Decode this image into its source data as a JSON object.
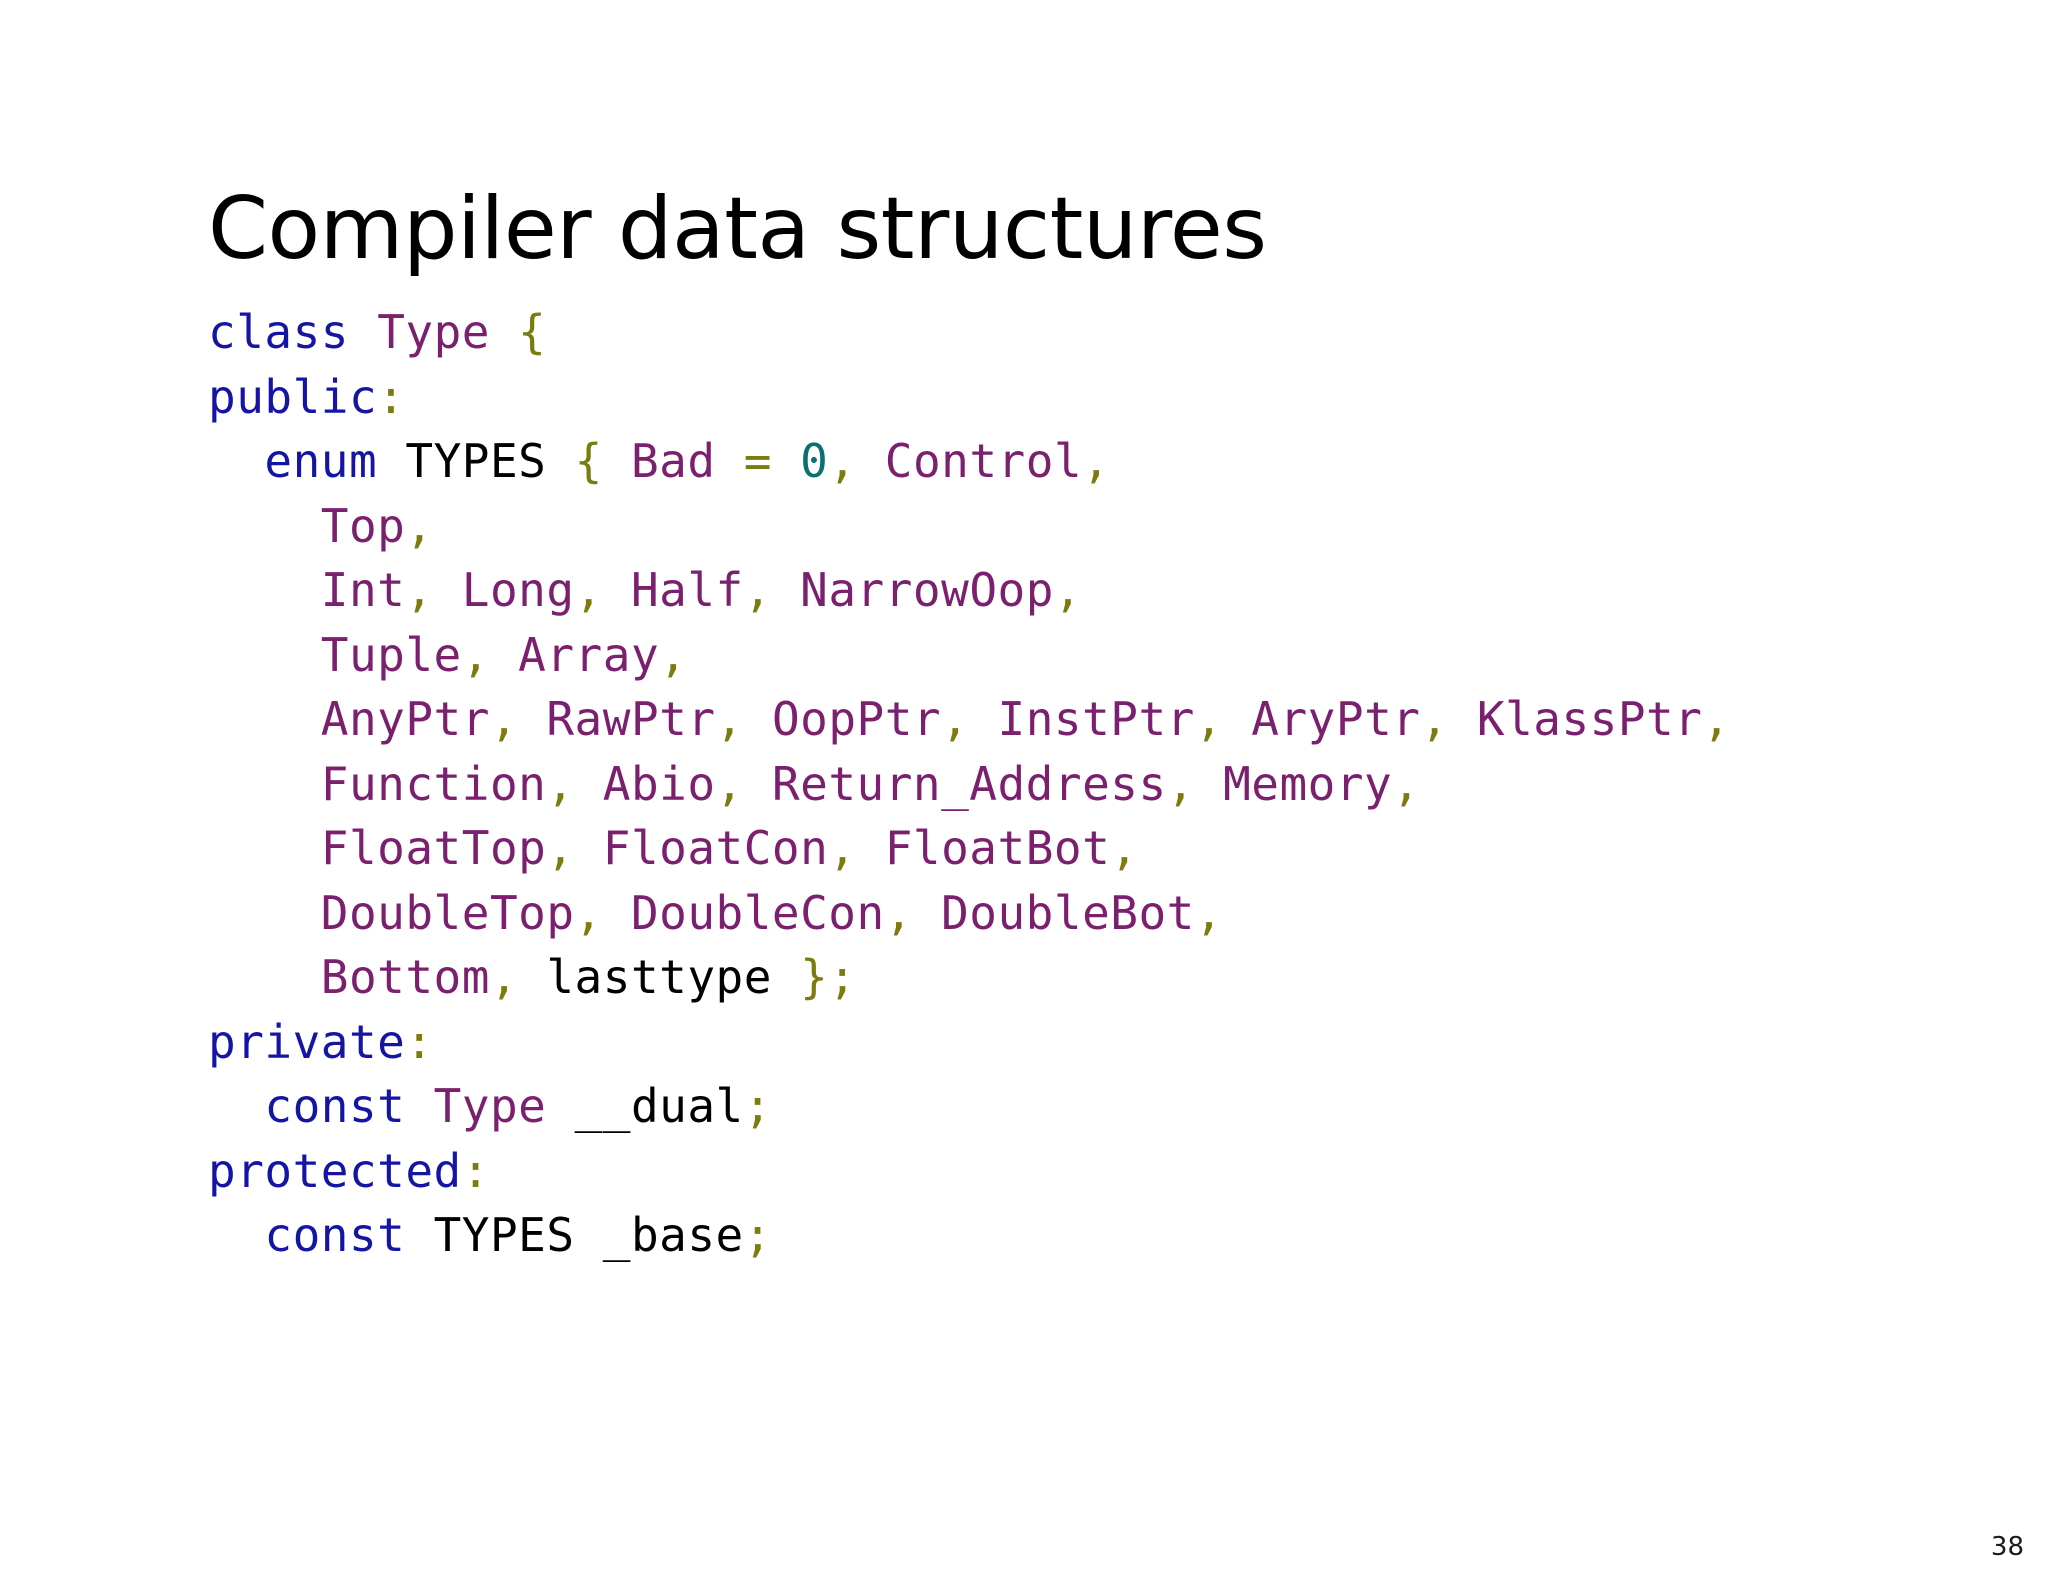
{
  "slide": {
    "title": "Compiler data structures",
    "page_number": "38",
    "background_color": "#ffffff"
  },
  "colors": {
    "keyword": "#1515a3",
    "type": "#7b206e",
    "punctuation": "#7b7b0e",
    "number": "#0a6f6f",
    "identifier": "#000000",
    "title": "#000000"
  },
  "code": {
    "language": "cpp",
    "lines": [
      {
        "id": "line-1",
        "text": "class Type {",
        "tokens": [
          {
            "text": "class",
            "kind": "keyword"
          },
          {
            "text": " ",
            "kind": "plain"
          },
          {
            "text": "Type",
            "kind": "type"
          },
          {
            "text": " ",
            "kind": "plain"
          },
          {
            "text": "{",
            "kind": "punctuation"
          }
        ]
      },
      {
        "id": "line-2",
        "text": "public:",
        "tokens": [
          {
            "text": "public",
            "kind": "keyword"
          },
          {
            "text": ":",
            "kind": "punctuation"
          }
        ]
      },
      {
        "id": "line-3",
        "text": "  enum TYPES { Bad = 0, Control,",
        "tokens": [
          {
            "text": "  ",
            "kind": "plain"
          },
          {
            "text": "enum",
            "kind": "keyword"
          },
          {
            "text": " ",
            "kind": "plain"
          },
          {
            "text": "TYPES",
            "kind": "identifier"
          },
          {
            "text": " ",
            "kind": "plain"
          },
          {
            "text": "{",
            "kind": "punctuation"
          },
          {
            "text": " ",
            "kind": "plain"
          },
          {
            "text": "Bad",
            "kind": "type"
          },
          {
            "text": " ",
            "kind": "plain"
          },
          {
            "text": "=",
            "kind": "punctuation"
          },
          {
            "text": " ",
            "kind": "plain"
          },
          {
            "text": "0",
            "kind": "number"
          },
          {
            "text": ",",
            "kind": "punctuation"
          },
          {
            "text": " ",
            "kind": "plain"
          },
          {
            "text": "Control",
            "kind": "type"
          },
          {
            "text": ",",
            "kind": "punctuation"
          }
        ]
      },
      {
        "id": "line-4",
        "text": "    Top,",
        "tokens": [
          {
            "text": "    ",
            "kind": "plain"
          },
          {
            "text": "Top",
            "kind": "type"
          },
          {
            "text": ",",
            "kind": "punctuation"
          }
        ]
      },
      {
        "id": "line-5",
        "text": "    Int, Long, Half, NarrowOop,",
        "tokens": [
          {
            "text": "    ",
            "kind": "plain"
          },
          {
            "text": "Int",
            "kind": "type"
          },
          {
            "text": ",",
            "kind": "punctuation"
          },
          {
            "text": " ",
            "kind": "plain"
          },
          {
            "text": "Long",
            "kind": "type"
          },
          {
            "text": ",",
            "kind": "punctuation"
          },
          {
            "text": " ",
            "kind": "plain"
          },
          {
            "text": "Half",
            "kind": "type"
          },
          {
            "text": ",",
            "kind": "punctuation"
          },
          {
            "text": " ",
            "kind": "plain"
          },
          {
            "text": "NarrowOop",
            "kind": "type"
          },
          {
            "text": ",",
            "kind": "punctuation"
          }
        ]
      },
      {
        "id": "line-6",
        "text": "    Tuple, Array,",
        "tokens": [
          {
            "text": "    ",
            "kind": "plain"
          },
          {
            "text": "Tuple",
            "kind": "type"
          },
          {
            "text": ",",
            "kind": "punctuation"
          },
          {
            "text": " ",
            "kind": "plain"
          },
          {
            "text": "Array",
            "kind": "type"
          },
          {
            "text": ",",
            "kind": "punctuation"
          }
        ]
      },
      {
        "id": "line-7",
        "text": "    AnyPtr, RawPtr, OopPtr, InstPtr, AryPtr, KlassPtr,",
        "tokens": [
          {
            "text": "    ",
            "kind": "plain"
          },
          {
            "text": "AnyPtr",
            "kind": "type"
          },
          {
            "text": ",",
            "kind": "punctuation"
          },
          {
            "text": " ",
            "kind": "plain"
          },
          {
            "text": "RawPtr",
            "kind": "type"
          },
          {
            "text": ",",
            "kind": "punctuation"
          },
          {
            "text": " ",
            "kind": "plain"
          },
          {
            "text": "OopPtr",
            "kind": "type"
          },
          {
            "text": ",",
            "kind": "punctuation"
          },
          {
            "text": " ",
            "kind": "plain"
          },
          {
            "text": "InstPtr",
            "kind": "type"
          },
          {
            "text": ",",
            "kind": "punctuation"
          },
          {
            "text": " ",
            "kind": "plain"
          },
          {
            "text": "AryPtr",
            "kind": "type"
          },
          {
            "text": ",",
            "kind": "punctuation"
          },
          {
            "text": " ",
            "kind": "plain"
          },
          {
            "text": "KlassPtr",
            "kind": "type"
          },
          {
            "text": ",",
            "kind": "punctuation"
          }
        ]
      },
      {
        "id": "line-8",
        "text": "    Function, Abio, Return_Address, Memory,",
        "tokens": [
          {
            "text": "    ",
            "kind": "plain"
          },
          {
            "text": "Function",
            "kind": "type"
          },
          {
            "text": ",",
            "kind": "punctuation"
          },
          {
            "text": " ",
            "kind": "plain"
          },
          {
            "text": "Abio",
            "kind": "type"
          },
          {
            "text": ",",
            "kind": "punctuation"
          },
          {
            "text": " ",
            "kind": "plain"
          },
          {
            "text": "Return_Address",
            "kind": "type"
          },
          {
            "text": ",",
            "kind": "punctuation"
          },
          {
            "text": " ",
            "kind": "plain"
          },
          {
            "text": "Memory",
            "kind": "type"
          },
          {
            "text": ",",
            "kind": "punctuation"
          }
        ]
      },
      {
        "id": "line-9",
        "text": "    FloatTop, FloatCon, FloatBot,",
        "tokens": [
          {
            "text": "    ",
            "kind": "plain"
          },
          {
            "text": "FloatTop",
            "kind": "type"
          },
          {
            "text": ",",
            "kind": "punctuation"
          },
          {
            "text": " ",
            "kind": "plain"
          },
          {
            "text": "FloatCon",
            "kind": "type"
          },
          {
            "text": ",",
            "kind": "punctuation"
          },
          {
            "text": " ",
            "kind": "plain"
          },
          {
            "text": "FloatBot",
            "kind": "type"
          },
          {
            "text": ",",
            "kind": "punctuation"
          }
        ]
      },
      {
        "id": "line-10",
        "text": "    DoubleTop, DoubleCon, DoubleBot,",
        "tokens": [
          {
            "text": "    ",
            "kind": "plain"
          },
          {
            "text": "DoubleTop",
            "kind": "type"
          },
          {
            "text": ",",
            "kind": "punctuation"
          },
          {
            "text": " ",
            "kind": "plain"
          },
          {
            "text": "DoubleCon",
            "kind": "type"
          },
          {
            "text": ",",
            "kind": "punctuation"
          },
          {
            "text": " ",
            "kind": "plain"
          },
          {
            "text": "DoubleBot",
            "kind": "type"
          },
          {
            "text": ",",
            "kind": "punctuation"
          }
        ]
      },
      {
        "id": "line-11",
        "text": "    Bottom, lasttype };",
        "tokens": [
          {
            "text": "    ",
            "kind": "plain"
          },
          {
            "text": "Bottom",
            "kind": "type"
          },
          {
            "text": ",",
            "kind": "punctuation"
          },
          {
            "text": " ",
            "kind": "plain"
          },
          {
            "text": "lasttype",
            "kind": "identifier"
          },
          {
            "text": " ",
            "kind": "plain"
          },
          {
            "text": "};",
            "kind": "punctuation"
          }
        ]
      },
      {
        "id": "line-12",
        "text": "private:",
        "tokens": [
          {
            "text": "private",
            "kind": "keyword"
          },
          {
            "text": ":",
            "kind": "punctuation"
          }
        ]
      },
      {
        "id": "line-13",
        "text": "  const Type __dual;",
        "tokens": [
          {
            "text": "  ",
            "kind": "plain"
          },
          {
            "text": "const",
            "kind": "keyword"
          },
          {
            "text": " ",
            "kind": "plain"
          },
          {
            "text": "Type",
            "kind": "type"
          },
          {
            "text": " ",
            "kind": "plain"
          },
          {
            "text": "__dual",
            "kind": "identifier"
          },
          {
            "text": ";",
            "kind": "punctuation"
          }
        ]
      },
      {
        "id": "line-14",
        "text": "protected:",
        "tokens": [
          {
            "text": "protected",
            "kind": "keyword"
          },
          {
            "text": ":",
            "kind": "punctuation"
          }
        ]
      },
      {
        "id": "line-15",
        "text": "  const TYPES _base;",
        "tokens": [
          {
            "text": "  ",
            "kind": "plain"
          },
          {
            "text": "const",
            "kind": "keyword"
          },
          {
            "text": " ",
            "kind": "plain"
          },
          {
            "text": "TYPES",
            "kind": "identifier"
          },
          {
            "text": " ",
            "kind": "plain"
          },
          {
            "text": "_base",
            "kind": "identifier"
          },
          {
            "text": ";",
            "kind": "punctuation"
          }
        ]
      }
    ]
  }
}
